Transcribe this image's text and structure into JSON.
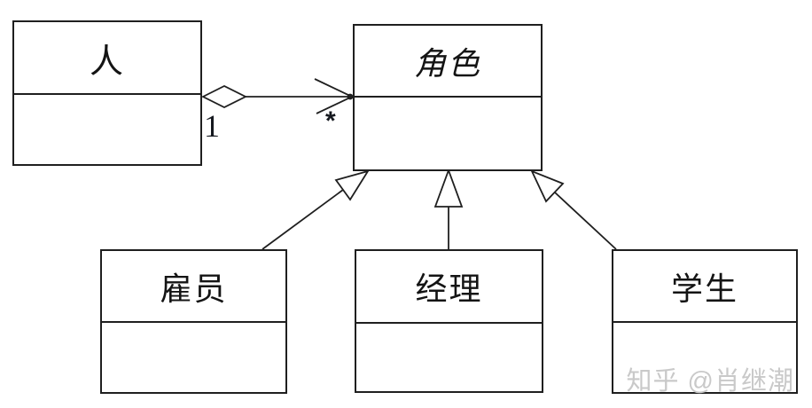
{
  "diagram": {
    "kind": "uml-class-diagram",
    "classes": [
      {
        "id": "person",
        "name": "人",
        "abstract": false
      },
      {
        "id": "role",
        "name": "角色",
        "abstract": true
      },
      {
        "id": "employee",
        "name": "雇员",
        "abstract": false
      },
      {
        "id": "manager",
        "name": "经理",
        "abstract": false
      },
      {
        "id": "student",
        "name": "学生",
        "abstract": false
      }
    ],
    "relationships": [
      {
        "type": "aggregation",
        "from": "人",
        "to": "角色",
        "multiplicity_from": "1",
        "multiplicity_to": "*"
      },
      {
        "type": "generalization",
        "from": "雇员",
        "to": "角色"
      },
      {
        "type": "generalization",
        "from": "经理",
        "to": "角色"
      },
      {
        "type": "generalization",
        "from": "学生",
        "to": "角色"
      }
    ]
  },
  "watermark": {
    "text": "知乎 @肖继潮"
  },
  "colors": {
    "stroke": "#1f1f1f",
    "background": "#ffffff",
    "watermark_text": "#c9c9c9"
  }
}
